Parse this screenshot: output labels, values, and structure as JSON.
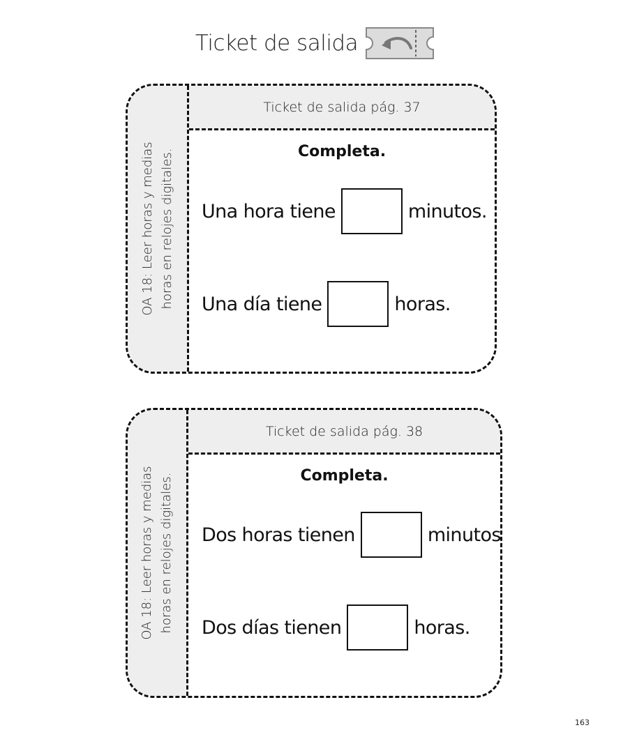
{
  "title": {
    "text": "Ticket de salida",
    "icon": "ticket-return-icon"
  },
  "tickets": [
    {
      "side_line1": "OA 18: Leer horas y medias",
      "side_line2": "horas en relojes digitales.",
      "header": "Ticket de salida pág. 37",
      "instruction": "Completa.",
      "rows": [
        {
          "before": "Una hora tiene",
          "after": "minutos."
        },
        {
          "before": "Una día tiene",
          "after": "horas."
        }
      ]
    },
    {
      "side_line1": "OA 18: Leer horas y medias",
      "side_line2": "horas en relojes digitales.",
      "header": "Ticket de salida pág. 38",
      "instruction": "Completa.",
      "rows": [
        {
          "before": "Dos horas tienen",
          "after": "minutos."
        },
        {
          "before": "Dos días tienen",
          "after": "horas."
        }
      ]
    }
  ],
  "page_number": "163",
  "colors": {
    "panel_fill": "#eeeeee",
    "border": "#111111",
    "icon_fill": "#dcdcdc"
  }
}
